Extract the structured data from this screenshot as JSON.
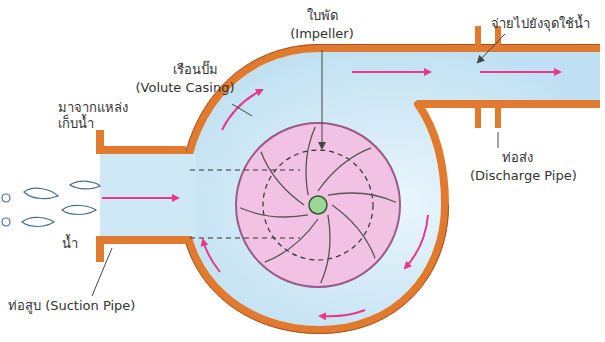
{
  "diagram": {
    "labels": [
      "ใบพัด",
      "(Impeller)",
      "เรือนปั๊ม",
      "(Volute Casing)",
      "จ่ายไปยังจุดใช้น้ำ",
      "มาจากแหล่ง เก็บน้ำ",
      "ท่อส่ง",
      "(Discharge Pipe)",
      "น้ำ",
      "ท่อสูบ (Suction Pipe)"
    ]
  }
}
